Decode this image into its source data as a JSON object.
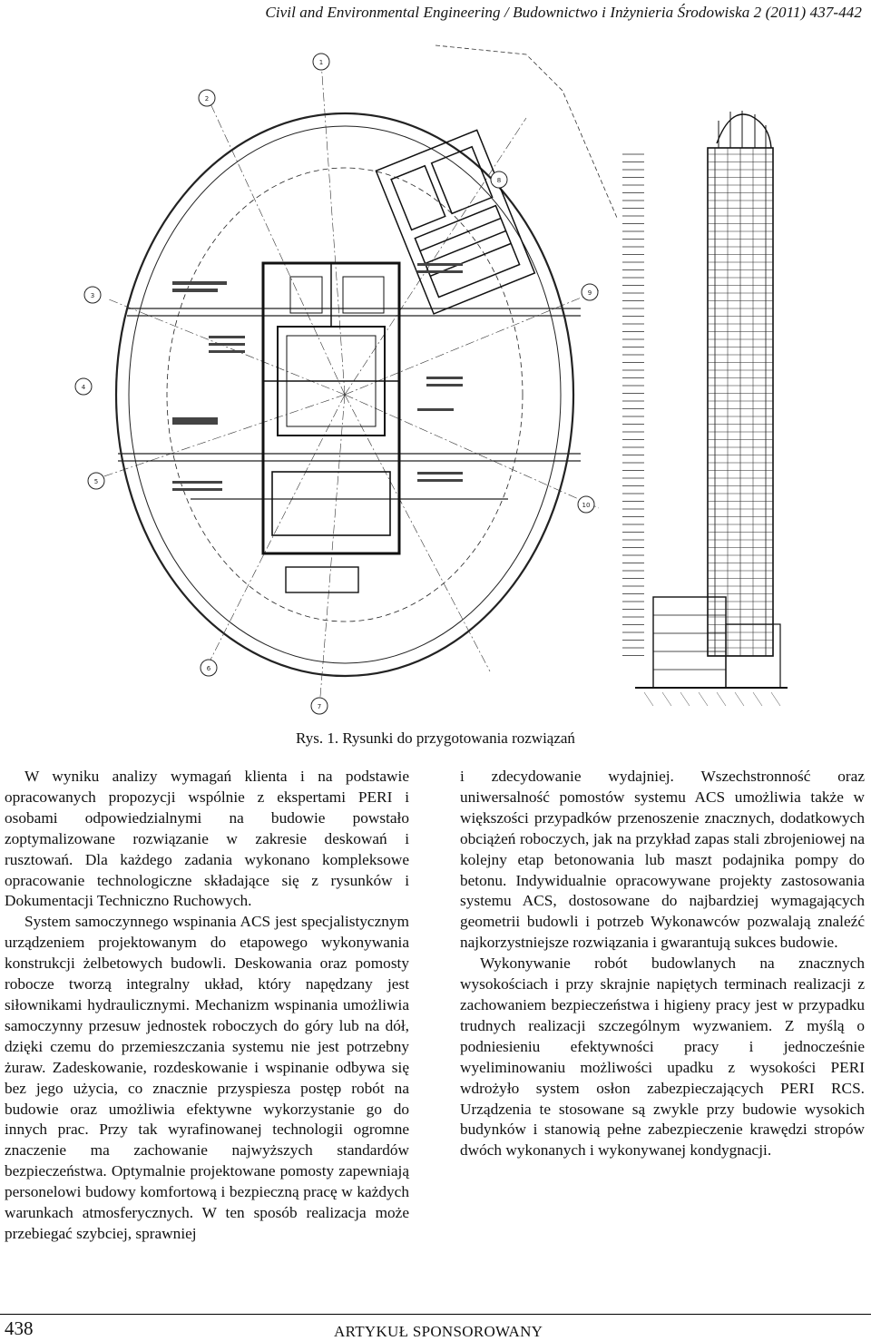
{
  "header": {
    "journal": "Civil and Environmental Engineering / Budownictwo i Inżynieria Środowiska 2 (2011) 437-442"
  },
  "figure": {
    "caption": "Rys. 1. Rysunki do przygotowania rozwiązań",
    "plan_labels": [
      "1",
      "2",
      "3",
      "4",
      "5",
      "6",
      "7",
      "8",
      "9",
      "10"
    ]
  },
  "body": {
    "left_column": [
      "W wyniku analizy wymagań klienta i na podstawie opracowanych propozycji wspólnie z ekspertami PERI i osobami odpowiedzialnymi na budowie powstało zoptymalizowane rozwiązanie w zakresie deskowań i rusztowań. Dla każdego zadania wykonano kompleksowe opracowanie technologiczne składające się z rysunków i Dokumentacji Techniczno Ruchowych.",
      "System samoczynnego wspinania ACS jest specjalistycznym urządzeniem projektowanym do etapowego wykonywania konstrukcji żelbetowych budowli. Deskowania oraz pomosty robocze tworzą integralny układ, który napędzany jest siłownikami hydraulicznymi. Mechanizm wspinania umożliwia samoczynny przesuw jednostek roboczych do góry lub na dół, dzięki czemu do przemieszczania systemu nie jest potrzebny żuraw. Zadeskowanie, rozdeskowanie i wspinanie odbywa się bez jego użycia, co znacznie przyspiesza postęp robót na budowie oraz umożliwia efektywne wykorzystanie go do innych prac. Przy tak wyrafinowanej technologii ogromne znaczenie ma zachowanie najwyższych standardów bezpieczeństwa. Optymalnie projektowane pomosty zapewniają personelowi budowy komfortową i bezpieczną pracę w każdych warunkach atmosferycznych. W ten sposób realizacja może przebiegać szybciej, sprawniej"
    ],
    "right_column": [
      "i zdecydowanie wydajniej. Wszechstronność oraz uniwersalność pomostów systemu ACS umożliwia także w większości przypadków przenoszenie znacznych, dodatkowych obciążeń roboczych, jak na przykład zapas stali zbrojeniowej na kolejny etap betonowania lub maszt podajnika pompy do betonu. Indywidualnie opracowywane projekty zastosowania systemu ACS, dostosowane do najbardziej wymagających geometrii budowli i potrzeb Wykonawców pozwalają znaleźć najkorzystniejsze rozwiązania i gwarantują sukces budowie.",
      "Wykonywanie robót budowlanych na znacznych wysokościach i przy skrajnie napiętych terminach realizacji z zachowaniem bezpieczeństwa i higieny pracy jest w przypadku trudnych realizacji szczególnym wyzwaniem. Z myślą o podniesieniu efektywności pracy i jednocześnie wyeliminowaniu możliwości upadku z wysokości PERI wdrożyło system osłon zabezpieczających PERI RCS. Urządzenia te stosowane są zwykle przy budowie wysokich budynków i stanowią pełne zabezpieczenie krawędzi stropów dwóch wykonanych i wykonywanej kondygnacji."
    ]
  },
  "footer": {
    "page_number": "438",
    "label": "ARTYKUŁ SPONSOROWANY"
  }
}
